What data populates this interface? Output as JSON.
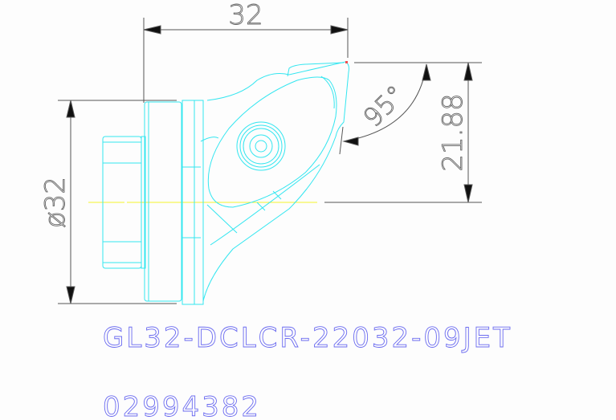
{
  "drawing": {
    "dimensions": {
      "overall_length": "32",
      "height": "21.88",
      "diameter": "ø32",
      "angle": "95°"
    },
    "labels": {
      "part_code": "GL32-DCLCR-22032-09JET",
      "part_number": "02994382"
    },
    "colors": {
      "background": "#fdfdfd",
      "geometry": "#33e6f0",
      "dimension": "#555555",
      "centerline": "#f2f22a",
      "label_text": "#6b6bf0",
      "insert_tip": "#f05050"
    }
  }
}
